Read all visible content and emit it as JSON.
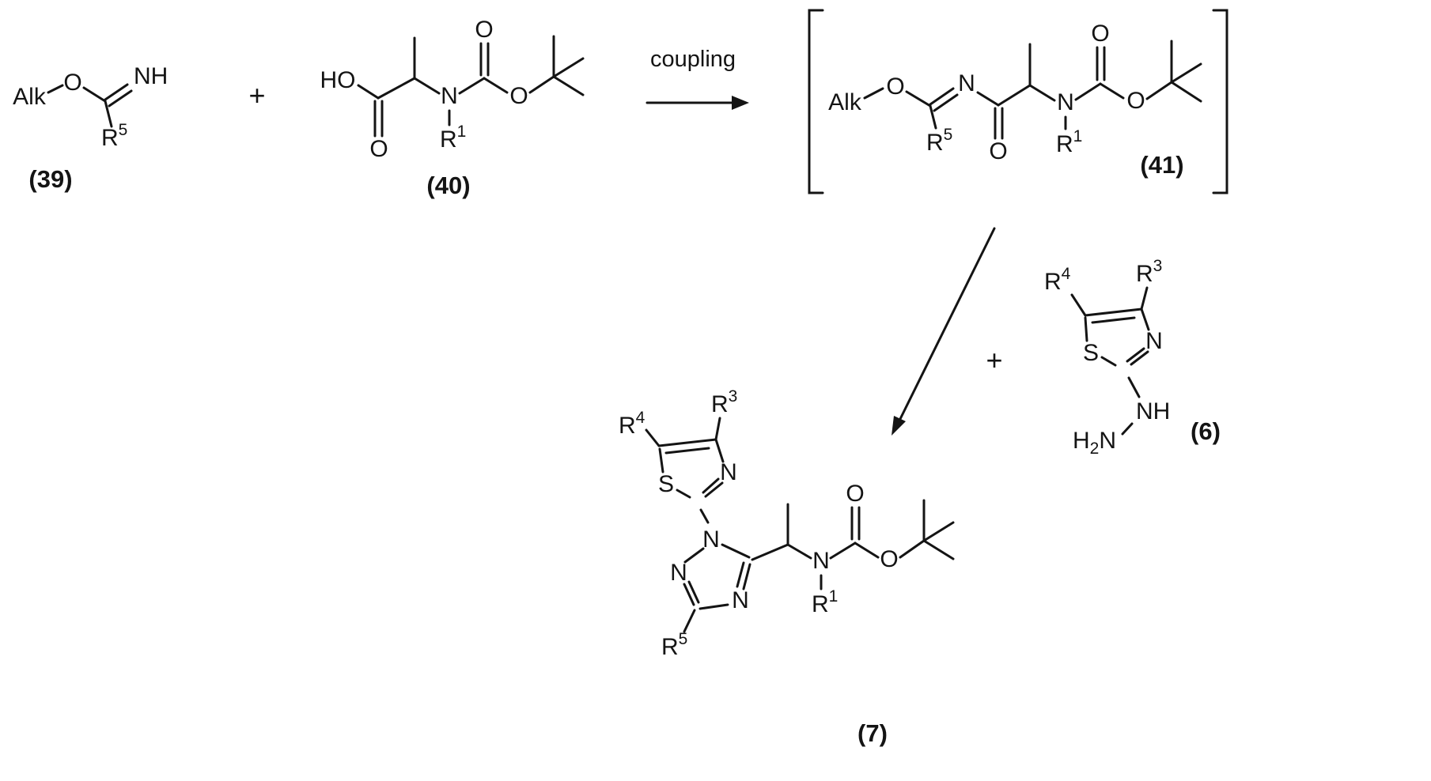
{
  "operators": {
    "plus_top": "+",
    "plus_side": "+"
  },
  "arrow": {
    "label": "coupling"
  },
  "compounds": {
    "c39": {
      "label": "(39)",
      "alk": "Alk",
      "o": "O",
      "nh": "NH",
      "r5": {
        "base": "R",
        "sup": "5"
      }
    },
    "c40": {
      "label": "(40)",
      "ho": "HO",
      "carbonyl_o": "O",
      "n": "N",
      "r1": {
        "base": "R",
        "sup": "1"
      },
      "carbamate_o": "O",
      "ester_o": "O"
    },
    "c41": {
      "label": "(41)",
      "alk": "Alk",
      "o": "O",
      "r5": {
        "base": "R",
        "sup": "5"
      },
      "imine_n": "N",
      "carbonyl_o": "O",
      "n": "N",
      "r1": {
        "base": "R",
        "sup": "1"
      },
      "carbamate_o": "O",
      "ester_o": "O"
    },
    "c6": {
      "label": "(6)",
      "r4": {
        "base": "R",
        "sup": "4"
      },
      "r3": {
        "base": "R",
        "sup": "3"
      },
      "s": "S",
      "n": "N",
      "nh": "NH",
      "h2n": {
        "h": "H",
        "sub": "2",
        "n": "N"
      }
    },
    "c7": {
      "label": "(7)",
      "r4": {
        "base": "R",
        "sup": "4"
      },
      "r3": {
        "base": "R",
        "sup": "3"
      },
      "s": "S",
      "thiazole_n": "N",
      "triazole_n1": "N",
      "triazole_n2": "N",
      "triazole_n4": "N",
      "r5": {
        "base": "R",
        "sup": "5"
      },
      "n": "N",
      "r1": {
        "base": "R",
        "sup": "1"
      },
      "carbamate_o": "O",
      "ester_o": "O"
    }
  }
}
